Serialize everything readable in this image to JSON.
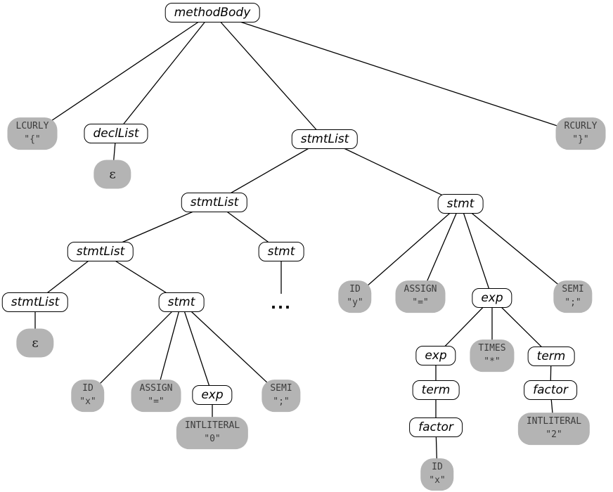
{
  "diagram": {
    "type": "parse-tree",
    "colors": {
      "terminal_fill": "#b4b4b4",
      "nonterminal_fill": "#ffffff",
      "edge": "#000000"
    },
    "nodes": {
      "methodBody": {
        "label": "methodBody",
        "kind": "nonterminal"
      },
      "lcurly": {
        "label": "LCURLY",
        "value": "\"{\"",
        "kind": "terminal"
      },
      "declList": {
        "label": "declList",
        "kind": "nonterminal"
      },
      "eps1": {
        "label": "ε",
        "kind": "terminal-epsilon"
      },
      "stmtList1": {
        "label": "stmtList",
        "kind": "nonterminal"
      },
      "rcurly": {
        "label": "RCURLY",
        "value": "\"}\"",
        "kind": "terminal"
      },
      "stmtList2": {
        "label": "stmtList",
        "kind": "nonterminal"
      },
      "stmt1": {
        "label": "stmt",
        "kind": "nonterminal"
      },
      "stmtList3": {
        "label": "stmtList",
        "kind": "nonterminal"
      },
      "stmt2": {
        "label": "stmt",
        "kind": "nonterminal"
      },
      "ellipsis": {
        "label": "...",
        "kind": "elision"
      },
      "stmtList4": {
        "label": "stmtList",
        "kind": "nonterminal"
      },
      "eps2": {
        "label": "ε",
        "kind": "terminal-epsilon"
      },
      "stmt3": {
        "label": "stmt",
        "kind": "nonterminal"
      },
      "idX1": {
        "label": "ID",
        "value": "\"x\"",
        "kind": "terminal"
      },
      "assign1": {
        "label": "ASSIGN",
        "value": "\"=\"",
        "kind": "terminal"
      },
      "exp1": {
        "label": "exp",
        "kind": "nonterminal"
      },
      "intliteral0": {
        "label": "INTLITERAL",
        "value": "\"0\"",
        "kind": "terminal"
      },
      "semi1": {
        "label": "SEMI",
        "value": "\";\"",
        "kind": "terminal"
      },
      "idY": {
        "label": "ID",
        "value": "\"y\"",
        "kind": "terminal"
      },
      "assign2": {
        "label": "ASSIGN",
        "value": "\"=\"",
        "kind": "terminal"
      },
      "exp2": {
        "label": "exp",
        "kind": "nonterminal"
      },
      "semi2": {
        "label": "SEMI",
        "value": "\";\"",
        "kind": "terminal"
      },
      "exp3": {
        "label": "exp",
        "kind": "nonterminal"
      },
      "times": {
        "label": "TIMES",
        "value": "\"*\"",
        "kind": "terminal"
      },
      "term1": {
        "label": "term",
        "kind": "nonterminal"
      },
      "term2": {
        "label": "term",
        "kind": "nonterminal"
      },
      "factor1": {
        "label": "factor",
        "kind": "nonterminal"
      },
      "factor2": {
        "label": "factor",
        "kind": "nonterminal"
      },
      "intliteral2": {
        "label": "INTLITERAL",
        "value": "\"2\"",
        "kind": "terminal"
      },
      "idX2": {
        "label": "ID",
        "value": "\"x\"",
        "kind": "terminal"
      }
    }
  }
}
